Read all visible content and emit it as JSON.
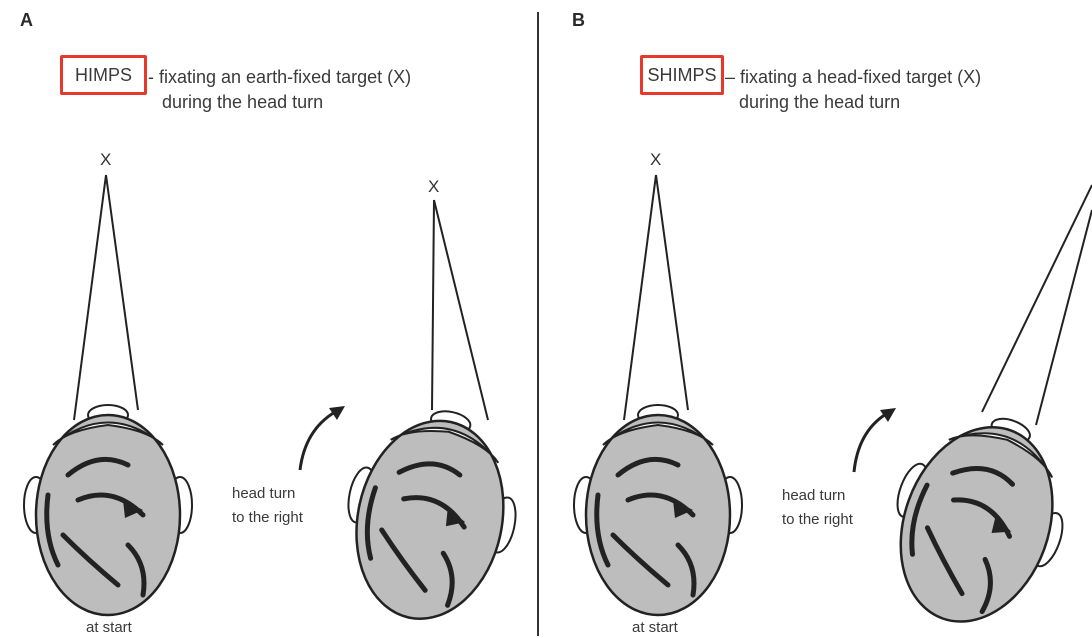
{
  "panels": [
    {
      "letter": "A",
      "tag": "HIMPS",
      "description_line1": "- fixating an earth-fixed target (X)",
      "description_line2": "during the head turn",
      "target_left": "X",
      "target_right": "X",
      "turn_label_line1": "head turn",
      "turn_label_line2": "to the right",
      "start_label": "at start"
    },
    {
      "letter": "B",
      "tag": "SHIMPS",
      "description_line1": "– fixating a head-fixed target (X)",
      "description_line2": "during the head turn",
      "target_left": "X",
      "turn_label_line1": "head turn",
      "turn_label_line2": "to the right",
      "start_label": "at start"
    }
  ],
  "colors": {
    "highlight": "#e8382c",
    "head_fill": "#bdbdbd",
    "line": "#222222"
  }
}
